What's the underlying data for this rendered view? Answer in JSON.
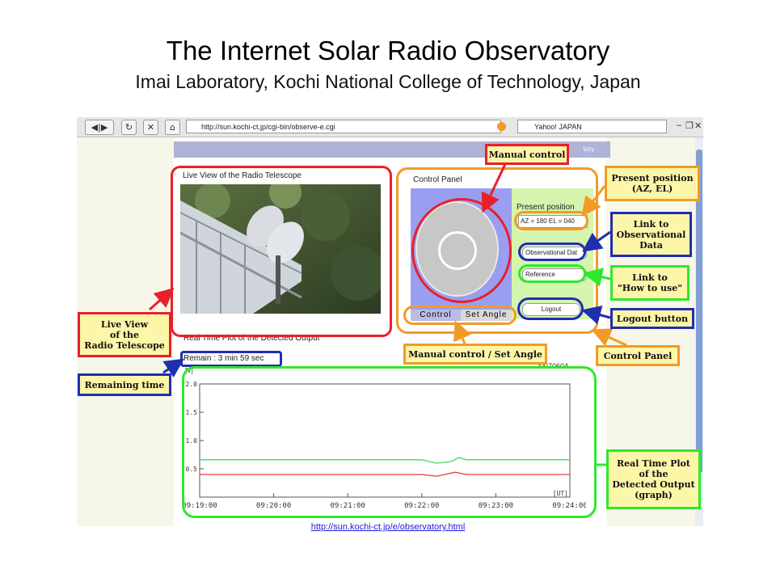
{
  "slide": {
    "title": "The Internet Solar Radio Observatory",
    "subtitle": "Imai Laboratory, Kochi National College of Technology, Japan",
    "link": "http://sun.kochi-ct.jp/e/observatory.html"
  },
  "browser": {
    "url": "http://sun.kochi-ct.jp/cgi-bin/observe-e.cgi",
    "search": "Yahoo! JAPAN",
    "search_logo": "Y!"
  },
  "page": {
    "header_fragment": "tory",
    "live_view_header": "Live View of the Radio Telescope",
    "control_panel_header": "Control Panel",
    "present_position_label": "Present position",
    "position_readout": "AZ = 180  EL = 040",
    "observational_data_button": "Observational Dat",
    "reference_button": "Reference",
    "logout_button": "Logout",
    "control_tab": "Control",
    "set_angle_tab": "Set Angle",
    "plot_header": "Real Time Plot of the Detected Output",
    "remain_text": "Remain : 3 min 59 sec",
    "plot_unit": "[V]",
    "date": "20070604"
  },
  "callouts": {
    "manual_control": "Manual control",
    "present_position": "Present position\n(AZ, EL)",
    "link_observational": "Link to\nObservational\nData",
    "link_how_to_use": "Link to\n\"How to use\"",
    "logout_button": "Logout button",
    "live_view": "Live View\nof the\nRadio Telescope",
    "manual_set_angle": "Manual control / Set Angle",
    "control_panel": "Control Panel",
    "remaining_time": "Remaining time",
    "real_time_plot": "Real Time Plot\nof the\nDetected Output\n(graph)"
  },
  "colors": {
    "red": "#e8202a",
    "orange": "#f29a27",
    "blue": "#1f2fb0",
    "green": "#2ee82e",
    "callout_yellow": "#fdf6a8"
  },
  "chart_data": {
    "type": "line",
    "x": [
      "09:19:00",
      "09:20:00",
      "09:21:00",
      "09:22:00",
      "09:23:00",
      "09:24:00"
    ],
    "x_unit": "[UT]",
    "y_unit": "[V]",
    "yticks": [
      "2.0",
      "1.5",
      "1.0",
      "0.5"
    ],
    "ylim": [
      0,
      2.0
    ],
    "series": [
      {
        "color": "#3ddc5a",
        "points": [
          [
            0,
            0.66
          ],
          [
            1,
            0.66
          ],
          [
            2,
            0.66
          ],
          [
            3.0,
            0.66
          ],
          [
            3.2,
            0.6
          ],
          [
            3.4,
            0.63
          ],
          [
            3.5,
            0.7
          ],
          [
            3.6,
            0.66
          ],
          [
            4,
            0.66
          ],
          [
            5,
            0.66
          ]
        ]
      },
      {
        "color": "#e83a3a",
        "points": [
          [
            0,
            0.4
          ],
          [
            1,
            0.4
          ],
          [
            2,
            0.4
          ],
          [
            3.0,
            0.4
          ],
          [
            3.2,
            0.37
          ],
          [
            3.45,
            0.44
          ],
          [
            3.6,
            0.4
          ],
          [
            4,
            0.4
          ],
          [
            5,
            0.4
          ]
        ]
      }
    ]
  }
}
